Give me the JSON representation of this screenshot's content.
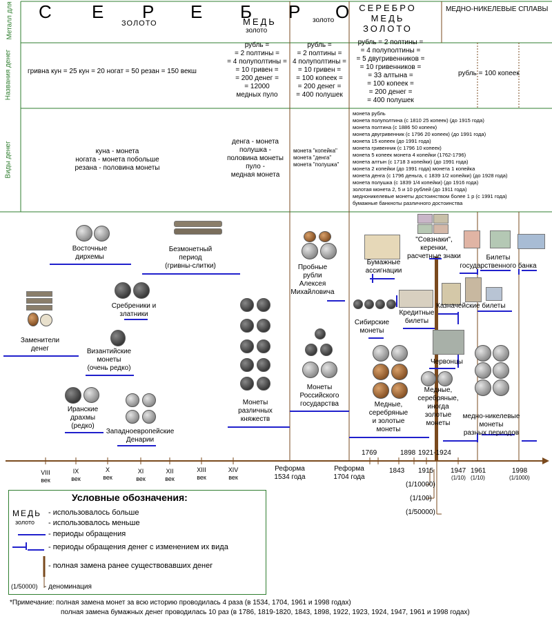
{
  "rows": {
    "metal": "Металл для монет",
    "names": "Названия денег",
    "kinds": "Виды денег"
  },
  "metal": {
    "serebro_letters": [
      "С",
      "Е",
      "Р",
      "Е",
      "Б",
      "Р",
      "О"
    ],
    "zoloto_1": "ЗОЛОТО",
    "med_1": "МЕДЬ",
    "zoloto_2": "золото",
    "zoloto_3": "золото",
    "reform_block": "СЕРЕБРО\nМЕДЬ\nЗОЛОТО",
    "alloys": "МЕДНО-НИКЕЛЕВЫЕ СПЛАВЫ"
  },
  "names": {
    "n1": "гривна кун = 25 кун = 20 ногат = 50 резан = 150 векш",
    "n2": "рубль =\n= 2 полтины =\n= 4 полуполтины =\n= 10 гривен =\n= 200 денег =\n= 12000\nмедных пуло",
    "n3": "рубль =\n= 2 полтины =\n4 полуполтины =\n= 10 гривен =\n= 100 копеек =\n= 200 денег =\n= 400 полушек",
    "n4": "рубль = 2 полтины =\n= 4 полуполтины =\n= 5 двугривенников =\n= 10 гривенников =\n= 33 алтына =\n= 100 копеек =\n= 200 денег =\n= 400 полушек",
    "n5": "рубль = 100 копеек"
  },
  "kinds": {
    "k1": "куна - монета\nногата - монета побольше\nрезана - половина монеты",
    "k2": "денга - монета\nполушка -\nполовина монеты\nпуло -\nмедная монета",
    "k3": "монета \"копейка\"\nмонета \"денга\"\nмонета \"полушка\"",
    "k4": "монета рубль\nмонета полуполтина (с 1810 25 копеек) (до 1915 года)\nмонета полтина (с 1886 50 копеек)\nмонета двугривенник (с 1796 20 копеек) (до 1991 года)\nмонета 15 копеек (до 1991 года)\nмонета гривенник (с 1796 10 копеек)\nмонета 5 копеек  монета 4 копейки (1762-1796)\nмонета алтын (с 1718 3 копейки) (до 1991 года)\nмонета 2 копейки (до 1991 года)  монета 1 копейка\nмонета денга  (с 1796 деньга, с 1839 1/2 копейки) (до 1928 года)\nмонета полушка  (с 1839 1/4 копейки) (до 1916 года)\nзолотая монета 2, 5 и 10 рублей (до 1911 года)\nмедноникелевые монеты достоинством более 1 р (с 1991 года)\nбумажные банкноты различного достоинства"
  },
  "items": {
    "dirhams": "Восточные\nдирхемы",
    "bezmon": "Безмонетный\nпериод\n(гривны-слитки)",
    "srebr": "Сребреники и\nзлатники",
    "zamen": "Заменители\nденег",
    "byzant": "Византийские\nмонеты\n(очень редко)",
    "iran": "Иранские\nдрахмы\n(редко)",
    "west": "Западноевропейские\nДенарии",
    "knyaz": "Монеты\nразличных\nкняжеств",
    "probnye": "Пробные\nрубли\nАлексея\nМихайловича",
    "rosgos": "Монеты\nРоссийского\nгосударства",
    "assign": "Бумажные\nассигнации",
    "sibir": "Сибирские\nмонеты",
    "kredit": "Кредитные\nбилеты",
    "medser": "Медные,\nсеребряные\nи золотые\nмонеты",
    "medser2": "Медные,\nсеребряные,\nиногда\nзолотые\nмонеты",
    "sovznak": "\"Совзнаки\",\nкеренки,\nрасчетные знаки",
    "kazn": "Казначейские билеты",
    "chervon": "Червонцы",
    "goskbank": "Билеты\nгосударственного банка",
    "mednik": "медно-никелевые\nмонеты\nразных периодов"
  },
  "axis": {
    "centuries": [
      "VIII\nвек",
      "IX\nвек",
      "X\nвек",
      "XI\nвек",
      "XII\nвек",
      "XIII\nвек",
      "XIV\nвек"
    ],
    "reform1534": "Реформа\n1534 года",
    "reform1704": "Реформа\n1704 года",
    "y1769": "1769",
    "y1843": "1843",
    "y1898": "1898",
    "y1921": "1921-1924",
    "y1915": "1915",
    "y1947": "1947",
    "y1947d": "(1/10)",
    "y1961": "1961",
    "y1961d": "(1/10)",
    "y1998": "1998",
    "y1998d": "(1/1000)",
    "d1": "(1/10000)",
    "d2": "(1/100)",
    "d3": "(1/50000)"
  },
  "legend": {
    "title": "Условные обозначения:",
    "med": "МЕДЬ",
    "zoloto": "золото",
    "more": "- использовалось больше",
    "less": "- использовалось меньше",
    "periods": "- периоды обращения",
    "periods_change": "- периоды обращения денег с изменением их вида",
    "full_replace": "- полная замена ранее существовавших денег",
    "denom_label": "(1/50000)",
    "denom": "- деноминация"
  },
  "notes": {
    "n1": "*Примечание: полная замена монет за всю историю проводилась 4 раза (в 1534, 1704, 1961 и 1998 годах)",
    "n2": "полная замена бумажных денег проводилась 10 раз (в 1786, 1819-1820, 1843, 1898, 1922, 1923, 1924, 1947, 1961 и 1998 годах)"
  },
  "colors": {
    "green": "#2e7d2e",
    "blue": "#1f1fcc",
    "brown": "#7a4a1e"
  }
}
